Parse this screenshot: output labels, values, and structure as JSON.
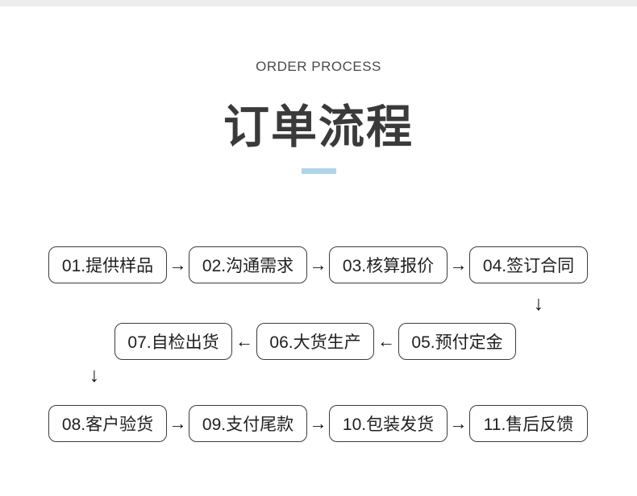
{
  "header": {
    "subtitle": "ORDER PROCESS",
    "title": "订单流程"
  },
  "colors": {
    "accent_bar": "#aed5e8",
    "top_strip": "#ededed",
    "box_border": "#3c3c3c",
    "text": "#1f1f1f"
  },
  "arrows": {
    "right": "→",
    "left": "←",
    "down": "↓"
  },
  "flow": {
    "rows": [
      {
        "direction": "right",
        "steps": [
          {
            "label": "01.提供样品"
          },
          {
            "label": "02.沟通需求"
          },
          {
            "label": "03.核算报价"
          },
          {
            "label": "04.签订合同"
          }
        ]
      },
      {
        "direction": "left",
        "steps": [
          {
            "label": "07.自检出货"
          },
          {
            "label": "06.大货生产"
          },
          {
            "label": "05.预付定金"
          }
        ]
      },
      {
        "direction": "right",
        "steps": [
          {
            "label": "08.客户验货"
          },
          {
            "label": "09.支付尾款"
          },
          {
            "label": "10.包装发货"
          },
          {
            "label": "11.售后反馈"
          }
        ]
      }
    ]
  }
}
